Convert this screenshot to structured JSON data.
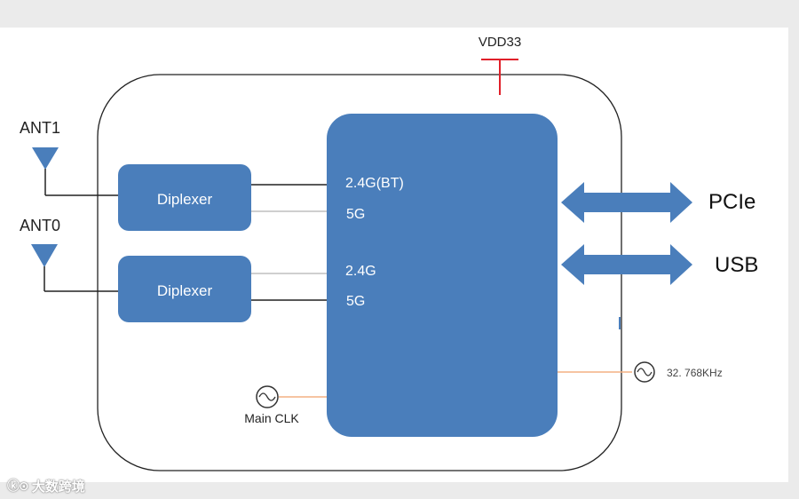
{
  "diagram": {
    "power_label": "VDD33",
    "antennas": [
      "ANT1",
      "ANT0"
    ],
    "diplexers": [
      "Diplexer",
      "Diplexer"
    ],
    "chip_ports": [
      "2.4G(BT)",
      "5G",
      "2.4G",
      "5G"
    ],
    "interfaces": [
      "PCIe",
      "USB"
    ],
    "clocks": {
      "main": "Main CLK",
      "rtc": "32. 768KHz"
    }
  },
  "colors": {
    "block_fill": "#4a7ebb",
    "block_text": "#ffffff",
    "power_line": "#e0202a",
    "clock_line": "#f4b183",
    "wire": "#222222",
    "wire_light": "#bfbfbf"
  },
  "icons": {
    "antenna": "antenna-triangle-icon",
    "oscillator": "sine-oscillator-icon",
    "arrow": "double-arrow-icon"
  },
  "watermark": {
    "text": "大数跨境"
  }
}
